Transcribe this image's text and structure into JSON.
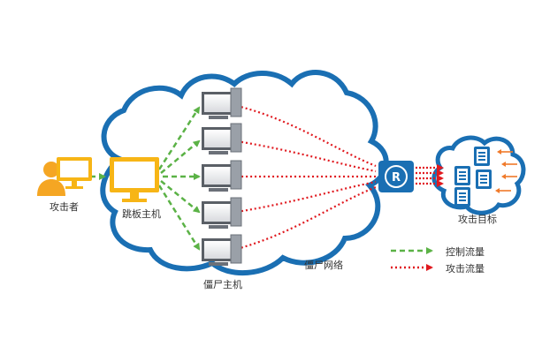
{
  "labels": {
    "attacker": "攻击者",
    "jump_host": "跳板主机",
    "zombie_hosts": "僵尸主机",
    "botnet": "僵尸网络",
    "target": "攻击目标"
  },
  "legend": {
    "control": "控制流量",
    "attack": "攻击流量"
  },
  "router_symbol": "R",
  "colors": {
    "cloud_stroke": "#1a6fb3",
    "control_flow": "#5bb246",
    "attack_flow": "#e0191f",
    "attacker": "#f5a623",
    "jump_monitor": "#f7b516",
    "router": "#1a6fb3"
  }
}
